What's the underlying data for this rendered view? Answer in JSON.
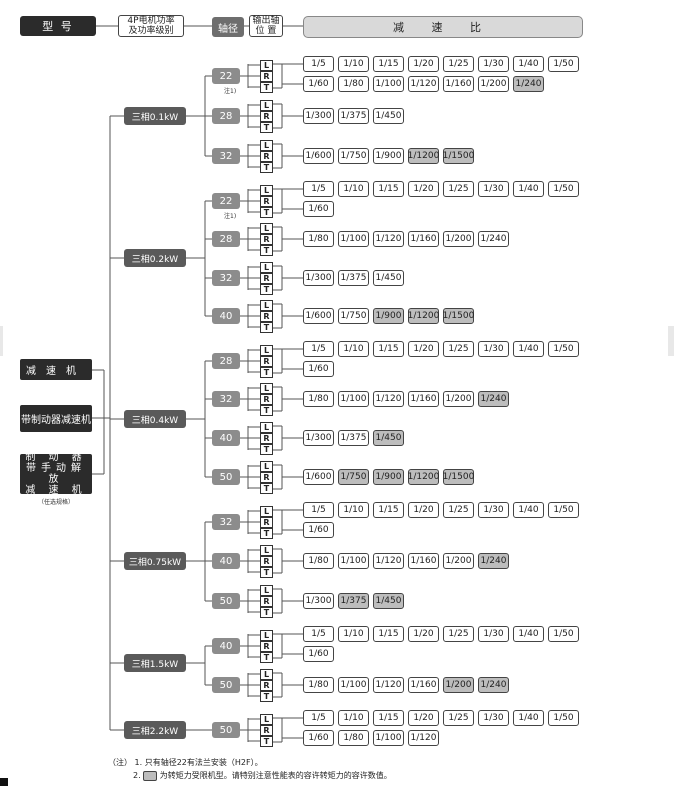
{
  "header": {
    "model": "型 号",
    "power": "4P电机功率\n及功率级别",
    "shaft": "轴径",
    "output": "输出轴\n位 置",
    "ratio": "减 速 比"
  },
  "left": {
    "reducer": "减速机",
    "brake": "带制动器减速机",
    "manual": "制 动 器\n带手动解放\n减 速 机",
    "option_note": "（任选规格）"
  },
  "lrt": [
    "L",
    "R",
    "T"
  ],
  "shaft_note": "注1)",
  "groups": [
    {
      "power": "三相0.1kW",
      "shafts": [
        {
          "shaft": "22",
          "note": true,
          "rows": [
            [
              {
                "t": "1/5"
              },
              {
                "t": "1/10"
              },
              {
                "t": "1/15"
              },
              {
                "t": "1/20"
              },
              {
                "t": "1/25"
              },
              {
                "t": "1/30"
              },
              {
                "t": "1/40"
              },
              {
                "t": "1/50"
              }
            ],
            [
              {
                "t": "1/60"
              },
              {
                "t": "1/80"
              },
              {
                "t": "1/100"
              },
              {
                "t": "1/120"
              },
              {
                "t": "1/160"
              },
              {
                "t": "1/200"
              },
              {
                "t": "1/240",
                "hl": true
              }
            ]
          ]
        },
        {
          "shaft": "28",
          "rows": [
            [
              {
                "t": "1/300"
              },
              {
                "t": "1/375"
              },
              {
                "t": "1/450"
              }
            ]
          ]
        },
        {
          "shaft": "32",
          "rows": [
            [
              {
                "t": "1/600"
              },
              {
                "t": "1/750"
              },
              {
                "t": "1/900"
              },
              {
                "t": "1/1200",
                "hl": true
              },
              {
                "t": "1/1500",
                "hl": true
              }
            ]
          ]
        }
      ]
    },
    {
      "power": "三相0.2kW",
      "shafts": [
        {
          "shaft": "22",
          "note": true,
          "rows": [
            [
              {
                "t": "1/5"
              },
              {
                "t": "1/10"
              },
              {
                "t": "1/15"
              },
              {
                "t": "1/20"
              },
              {
                "t": "1/25"
              },
              {
                "t": "1/30"
              },
              {
                "t": "1/40"
              },
              {
                "t": "1/50"
              }
            ],
            [
              {
                "t": "1/60"
              }
            ]
          ]
        },
        {
          "shaft": "28",
          "rows": [
            [
              {
                "t": "1/80"
              },
              {
                "t": "1/100"
              },
              {
                "t": "1/120"
              },
              {
                "t": "1/160"
              },
              {
                "t": "1/200"
              },
              {
                "t": "1/240"
              }
            ]
          ]
        },
        {
          "shaft": "32",
          "rows": [
            [
              {
                "t": "1/300"
              },
              {
                "t": "1/375"
              },
              {
                "t": "1/450"
              }
            ]
          ]
        },
        {
          "shaft": "40",
          "rows": [
            [
              {
                "t": "1/600"
              },
              {
                "t": "1/750"
              },
              {
                "t": "1/900",
                "hl": true
              },
              {
                "t": "1/1200",
                "hl": true
              },
              {
                "t": "1/1500",
                "hl": true
              }
            ]
          ]
        }
      ]
    },
    {
      "power": "三相0.4kW",
      "shafts": [
        {
          "shaft": "28",
          "rows": [
            [
              {
                "t": "1/5"
              },
              {
                "t": "1/10"
              },
              {
                "t": "1/15"
              },
              {
                "t": "1/20"
              },
              {
                "t": "1/25"
              },
              {
                "t": "1/30"
              },
              {
                "t": "1/40"
              },
              {
                "t": "1/50"
              }
            ],
            [
              {
                "t": "1/60"
              }
            ]
          ]
        },
        {
          "shaft": "32",
          "rows": [
            [
              {
                "t": "1/80"
              },
              {
                "t": "1/100"
              },
              {
                "t": "1/120"
              },
              {
                "t": "1/160"
              },
              {
                "t": "1/200"
              },
              {
                "t": "1/240",
                "hl": true
              }
            ]
          ]
        },
        {
          "shaft": "40",
          "rows": [
            [
              {
                "t": "1/300"
              },
              {
                "t": "1/375"
              },
              {
                "t": "1/450",
                "hl": true
              }
            ]
          ]
        },
        {
          "shaft": "50",
          "rows": [
            [
              {
                "t": "1/600"
              },
              {
                "t": "1/750",
                "hl": true
              },
              {
                "t": "1/900",
                "hl": true
              },
              {
                "t": "1/1200",
                "hl": true
              },
              {
                "t": "1/1500",
                "hl": true
              }
            ]
          ]
        }
      ]
    },
    {
      "power": "三相0.75kW",
      "shafts": [
        {
          "shaft": "32",
          "rows": [
            [
              {
                "t": "1/5"
              },
              {
                "t": "1/10"
              },
              {
                "t": "1/15"
              },
              {
                "t": "1/20"
              },
              {
                "t": "1/25"
              },
              {
                "t": "1/30"
              },
              {
                "t": "1/40"
              },
              {
                "t": "1/50"
              }
            ],
            [
              {
                "t": "1/60"
              }
            ]
          ]
        },
        {
          "shaft": "40",
          "rows": [
            [
              {
                "t": "1/80"
              },
              {
                "t": "1/100"
              },
              {
                "t": "1/120"
              },
              {
                "t": "1/160"
              },
              {
                "t": "1/200"
              },
              {
                "t": "1/240",
                "hl": true
              }
            ]
          ]
        },
        {
          "shaft": "50",
          "rows": [
            [
              {
                "t": "1/300"
              },
              {
                "t": "1/375",
                "hl": true
              },
              {
                "t": "1/450",
                "hl": true
              }
            ]
          ]
        }
      ]
    },
    {
      "power": "三相1.5kW",
      "shafts": [
        {
          "shaft": "40",
          "rows": [
            [
              {
                "t": "1/5"
              },
              {
                "t": "1/10"
              },
              {
                "t": "1/15"
              },
              {
                "t": "1/20"
              },
              {
                "t": "1/25"
              },
              {
                "t": "1/30"
              },
              {
                "t": "1/40"
              },
              {
                "t": "1/50"
              }
            ],
            [
              {
                "t": "1/60"
              }
            ]
          ]
        },
        {
          "shaft": "50",
          "rows": [
            [
              {
                "t": "1/80"
              },
              {
                "t": "1/100"
              },
              {
                "t": "1/120"
              },
              {
                "t": "1/160"
              },
              {
                "t": "1/200",
                "hl": true
              },
              {
                "t": "1/240",
                "hl": true
              }
            ]
          ]
        }
      ]
    },
    {
      "power": "三相2.2kW",
      "shafts": [
        {
          "shaft": "50",
          "rows": [
            [
              {
                "t": "1/5"
              },
              {
                "t": "1/10"
              },
              {
                "t": "1/15"
              },
              {
                "t": "1/20"
              },
              {
                "t": "1/25"
              },
              {
                "t": "1/30"
              },
              {
                "t": "1/40"
              },
              {
                "t": "1/50"
              }
            ],
            [
              {
                "t": "1/60"
              },
              {
                "t": "1/80"
              },
              {
                "t": "1/100"
              },
              {
                "t": "1/120"
              }
            ]
          ]
        }
      ]
    }
  ],
  "footnotes": {
    "label": "（注）",
    "note1": "1. 只有轴径22有法兰安装（H2F）。",
    "note2_prefix": "2.",
    "note2_text": "为转矩力受限机型。请特别注意性能表的容许转矩力的容许数值。"
  },
  "colors": {
    "dark": "#2b2b2b",
    "power": "#5a5a5a",
    "shaft": "#8c8c8c",
    "highlight": "#bdbdbd"
  }
}
